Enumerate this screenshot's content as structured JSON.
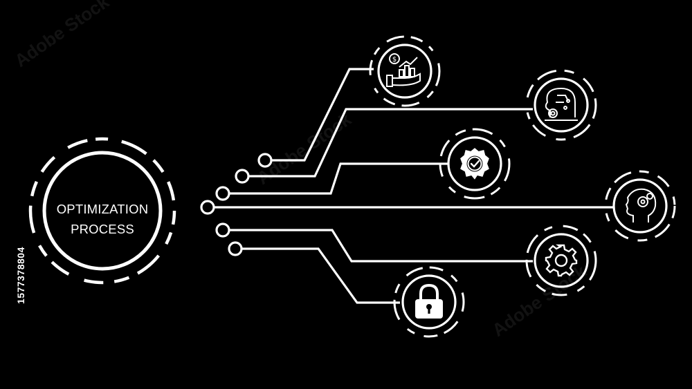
{
  "hub": {
    "title_line1": "OPTIMIZATION",
    "title_line2": "PROCESS"
  },
  "nodes": [
    {
      "name": "finance-growth-node",
      "icon": "hand-coin-chart-icon"
    },
    {
      "name": "ai-brain-node",
      "icon": "ai-circuit-head-icon"
    },
    {
      "name": "quality-badge-node",
      "icon": "badge-check-icon"
    },
    {
      "name": "mind-gear-node",
      "icon": "head-gears-icon"
    },
    {
      "name": "settings-node",
      "icon": "gear-icon"
    },
    {
      "name": "security-node",
      "icon": "padlock-icon"
    }
  ],
  "stock_id": "1577378804",
  "watermark_text": "Adobe Stock",
  "colors": {
    "background": "#000000",
    "line": "#ffffff"
  }
}
